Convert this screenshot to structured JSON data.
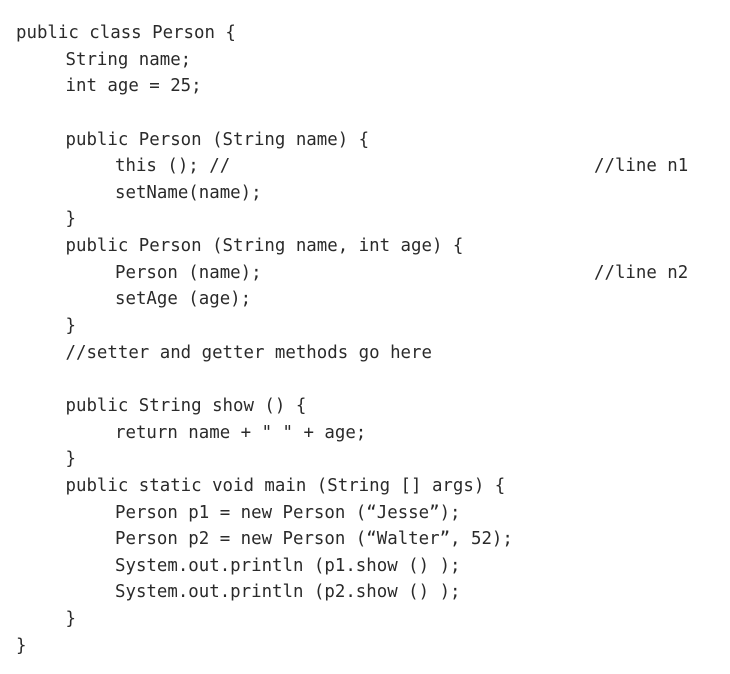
{
  "code": {
    "lines": [
      {
        "indent": 0,
        "text": "public class Person {",
        "comment": ""
      },
      {
        "indent": 1,
        "text": "String name;",
        "comment": ""
      },
      {
        "indent": 1,
        "text": "int age = 25;",
        "comment": ""
      },
      {
        "indent": 0,
        "text": "",
        "comment": ""
      },
      {
        "indent": 1,
        "text": "public Person (String name) {",
        "comment": ""
      },
      {
        "indent": 2,
        "text": "this (); //",
        "comment": "//line n1"
      },
      {
        "indent": 2,
        "text": "setName(name);",
        "comment": ""
      },
      {
        "indent": 1,
        "text": "}",
        "comment": ""
      },
      {
        "indent": 1,
        "text": "public Person (String name, int age) {",
        "comment": ""
      },
      {
        "indent": 2,
        "text": "Person (name);",
        "comment": "//line n2"
      },
      {
        "indent": 2,
        "text": "setAge (age);",
        "comment": ""
      },
      {
        "indent": 1,
        "text": "}",
        "comment": ""
      },
      {
        "indent": 1,
        "text": "//setter and getter methods go here",
        "comment": ""
      },
      {
        "indent": 0,
        "text": "",
        "comment": ""
      },
      {
        "indent": 1,
        "text": "public String show () {",
        "comment": ""
      },
      {
        "indent": 2,
        "text": "return name + \" \" + age;",
        "comment": ""
      },
      {
        "indent": 1,
        "text": "}",
        "comment": ""
      },
      {
        "indent": 1,
        "text": "public static void main (String [] args) {",
        "comment": ""
      },
      {
        "indent": 2,
        "text": "Person p1 = new Person (“Jesse”);",
        "comment": ""
      },
      {
        "indent": 2,
        "text": "Person p2 = new Person (“Walter”, 52);",
        "comment": ""
      },
      {
        "indent": 2,
        "text": "System.out.println (p1.show () );",
        "comment": ""
      },
      {
        "indent": 2,
        "text": "System.out.println (p2.show () );",
        "comment": ""
      },
      {
        "indent": 1,
        "text": "}",
        "comment": ""
      },
      {
        "indent": 0,
        "text": "}",
        "comment": ""
      }
    ]
  }
}
